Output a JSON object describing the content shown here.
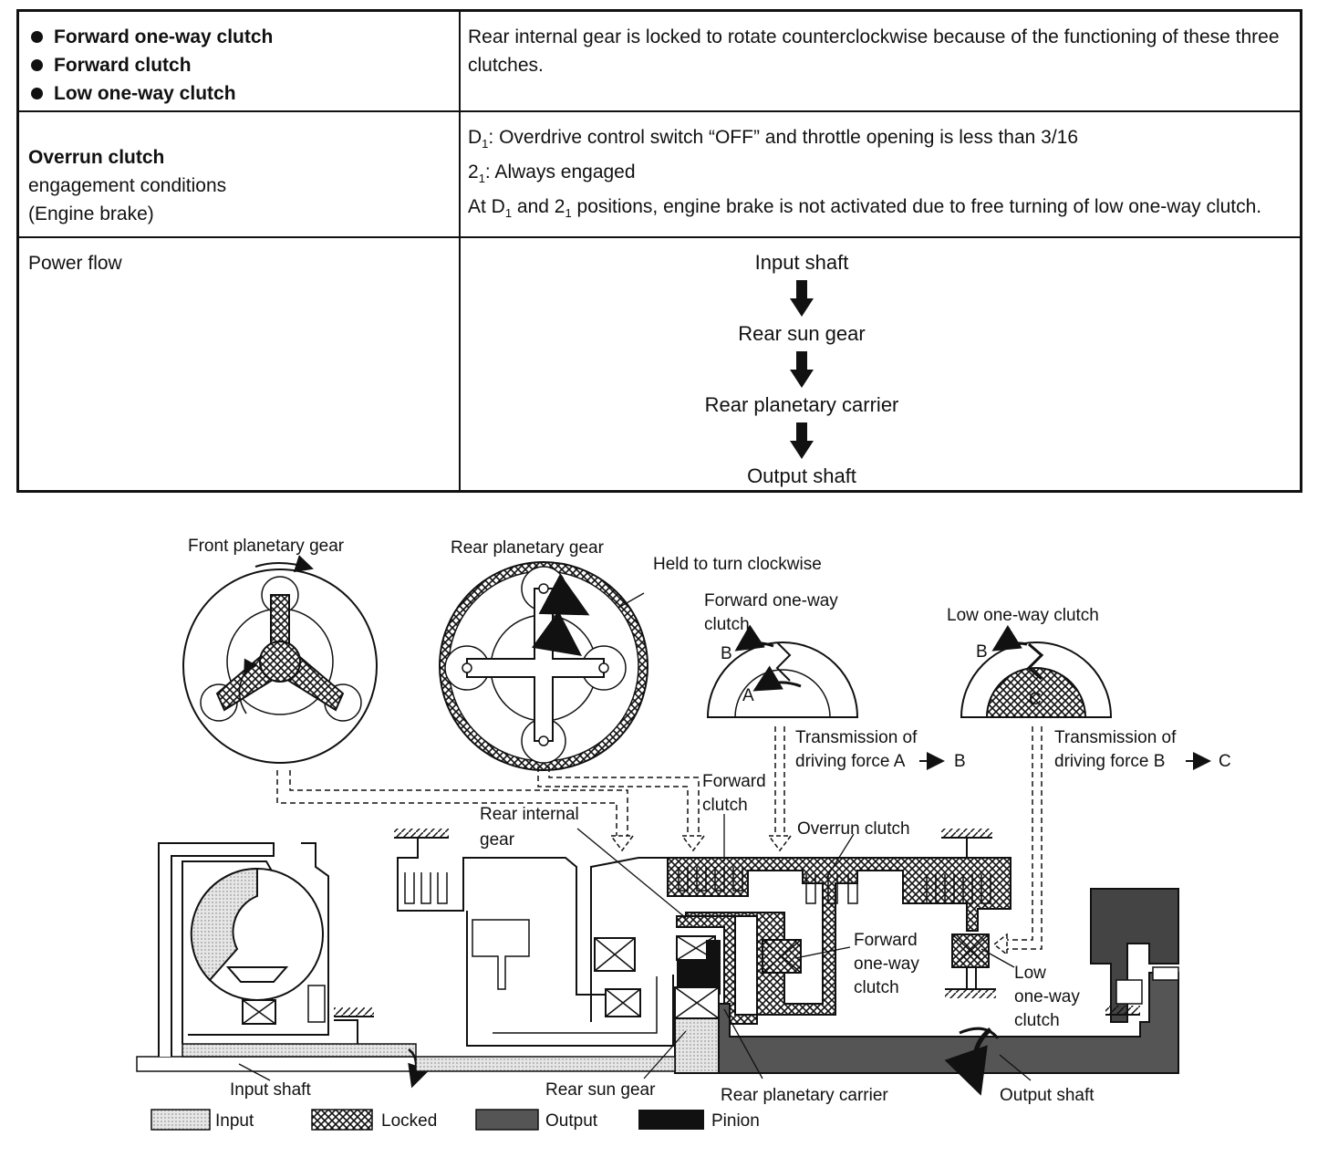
{
  "table": {
    "row1": {
      "items": [
        "Forward one-way clutch",
        "Forward clutch",
        "Low one-way clutch"
      ],
      "desc": "Rear internal gear is locked to rotate counterclockwise because of the functioning of these three clutches."
    },
    "row2": {
      "title": "Overrun clutch",
      "sub1": "engagement conditions",
      "sub2": "(Engine brake)",
      "d1_label": "D",
      "d1_sub": "1",
      "d1_text": ": Overdrive control switch “OFF” and throttle opening is less than 3/16",
      "two1_label": "2",
      "two1_sub": "1",
      "two1_text": ": Always engaged",
      "line3_a": "At D",
      "line3_sub1": "1",
      "line3_b": " and 2",
      "line3_sub2": "1",
      "line3_c": " positions, engine brake is not activated due to free turning of low one-way clutch."
    },
    "row3": {
      "label": "Power flow",
      "steps": [
        "Input shaft",
        "Rear sun gear",
        "Rear planetary carrier",
        "Output shaft"
      ]
    }
  },
  "diagram": {
    "front_planetary": "Front planetary gear",
    "rear_planetary": "Rear planetary gear",
    "held_clockwise": "Held to turn clockwise",
    "fwd_owc_line1": "Forward one-way",
    "fwd_owc_line2": "clutch",
    "low_owc_title": "Low one-way clutch",
    "label_b": "B",
    "label_a": "A",
    "label_c": "C",
    "trans_ab_1": "Transmission of",
    "trans_ab_2": "driving force A",
    "trans_ab_end": "B",
    "trans_bc_1": "Transmission of",
    "trans_bc_2": "driving force B",
    "trans_bc_end": "C",
    "fwd_clutch_1": "Forward",
    "fwd_clutch_2": "clutch",
    "rear_internal_1": "Rear internal",
    "rear_internal_2": "gear",
    "overrun_clutch": "Overrun clutch",
    "fwd_owc2_1": "Forward",
    "fwd_owc2_2": "one-way",
    "fwd_owc2_3": "clutch",
    "low_owc2_1": "Low",
    "low_owc2_2": "one-way",
    "low_owc2_3": "clutch",
    "input_shaft": "Input shaft",
    "rear_sun_gear": "Rear sun gear",
    "rear_planetary_carrier": "Rear planetary carrier",
    "output_shaft": "Output shaft",
    "legend": [
      "Input",
      "Locked",
      "Output",
      "Pinion"
    ]
  }
}
